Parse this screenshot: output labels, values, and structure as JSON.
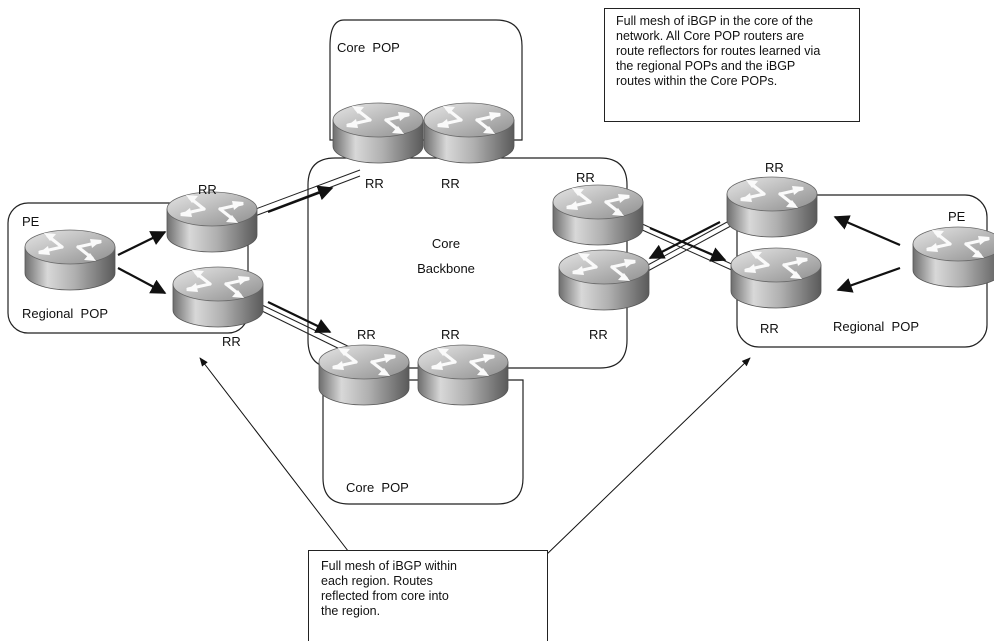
{
  "notes": {
    "core": {
      "lines": [
        "Full mesh of iBGP in the core of the",
        "network.  All Core POP routers are",
        "route reflectors  for routes learned via",
        "the regional POPs and the iBGP",
        "routes within the Core POPs."
      ]
    },
    "region": {
      "lines": [
        "Full mesh of iBGP within",
        "each region.  Routes",
        "reflected  from core into",
        "the region."
      ]
    }
  },
  "groups": {
    "core_pop_top": "Core  POP",
    "core_pop_bottom": "Core  POP",
    "core_backbone_line1": "Core",
    "core_backbone_line2": "Backbone",
    "regional_pop_left": "Regional  POP",
    "regional_pop_right": "Regional  POP"
  },
  "routers": {
    "left_pe": "PE",
    "left_rr_top": "RR",
    "left_rr_bottom": "RR",
    "core_top_left": "RR",
    "core_top_right": "RR",
    "core_right_top": "RR",
    "core_right_bottom": "RR",
    "core_bottom_left": "RR",
    "core_bottom_right": "RR",
    "right_rr_top": "RR",
    "right_rr_bottom": "RR",
    "right_pe": "PE"
  }
}
